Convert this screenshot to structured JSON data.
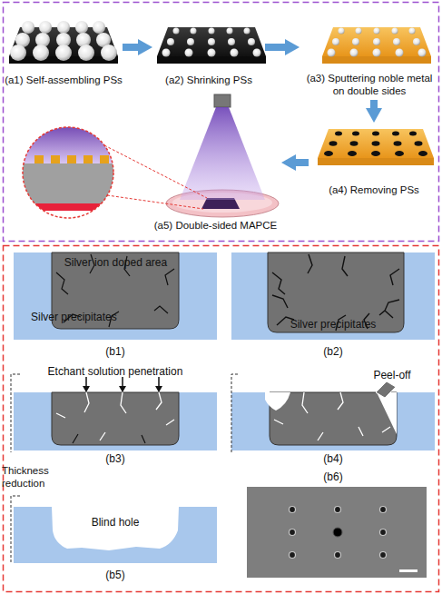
{
  "diagram": {
    "nodes": [
      {
        "text": [
          "(a1) Self-assembling PSs"
        ]
      },
      {
        "text": [
          "(a2) Shrinking PSs"
        ]
      },
      {
        "text": [
          "(a3) Sputtering noble metal on double sides"
        ]
      },
      {
        "text": [
          "(a4) Removing PSs"
        ]
      },
      {
        "text": [
          "(a5) Double-sided MAPCE"
        ]
      },
      {
        "text": [
          "Silver ion doped area",
          "Silver precipitates",
          "(b1)"
        ]
      },
      {
        "text": [
          "Silver precipitates",
          "(b2)"
        ]
      },
      {
        "text": [
          "Etchant solution penetration",
          "(b3)"
        ]
      },
      {
        "text": [
          "Peel-off",
          "(b4)"
        ]
      },
      {
        "text": [
          "Blind hole",
          "(b5)"
        ]
      },
      {
        "text": [
          "(b6)"
        ]
      }
    ],
    "edges": [
      {
        "from": 0,
        "to": 1,
        "arrow": "to"
      },
      {
        "from": 1,
        "to": 2,
        "arrow": "to"
      },
      {
        "from": 2,
        "to": 3,
        "arrow": "to"
      },
      {
        "from": 3,
        "to": 4,
        "arrow": "to"
      }
    ],
    "labels": [
      "Thickness reduction"
    ]
  }
}
